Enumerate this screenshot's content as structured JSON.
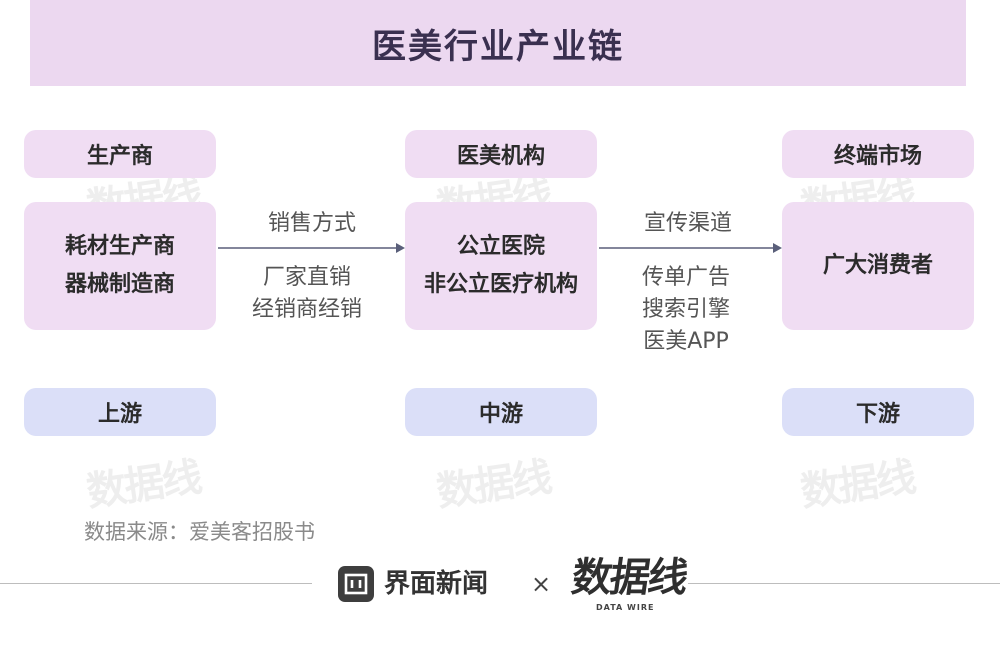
{
  "title": "医美行业产业链",
  "columns": [
    {
      "header": "生产商",
      "lines": [
        "耗材生产商",
        "器械制造商"
      ],
      "stage": "上游"
    },
    {
      "header": "医美机构",
      "lines": [
        "公立医院",
        "非公立医疗机构"
      ],
      "stage": "中游"
    },
    {
      "header": "终端市场",
      "lines": [
        "广大消费者"
      ],
      "stage": "下游"
    }
  ],
  "arrows": [
    {
      "label": "销售方式",
      "items": [
        "厂家直销",
        "经销商经销"
      ]
    },
    {
      "label": "宣传渠道",
      "items": [
        "传单广告",
        "搜索引擎",
        "医美APP"
      ]
    }
  ],
  "source": "数据来源：爱美客招股书",
  "footer": {
    "brand": "界面新闻",
    "separator": "×",
    "logo_text": "数据线",
    "logo_sub": "DATA WIRE"
  },
  "colors": {
    "title_bg": "#ecd8f0",
    "pink_box": "#f0ddf3",
    "blue_box": "#dbdff8"
  }
}
